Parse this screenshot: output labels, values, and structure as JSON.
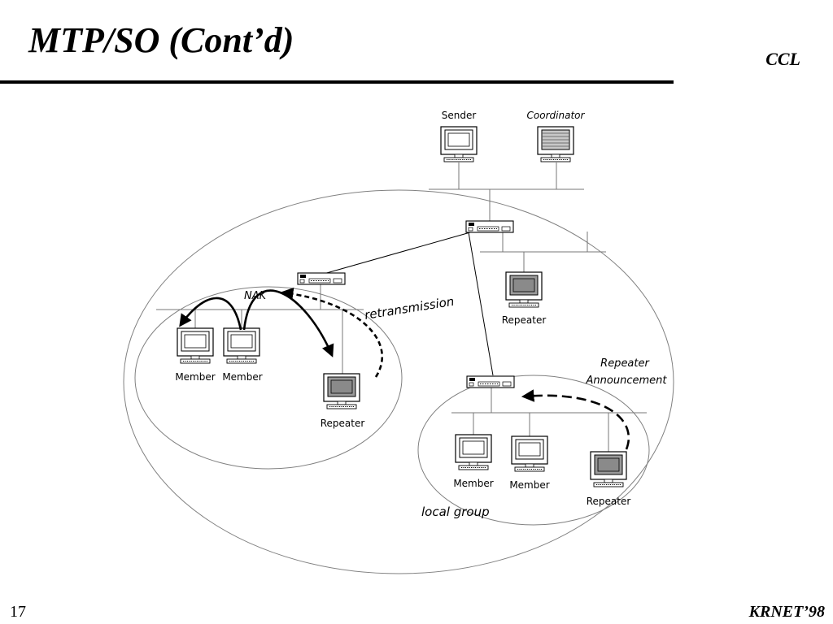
{
  "slide": {
    "title": "MTP/SO (Cont’d)",
    "brand": "CCL",
    "page_number": "17",
    "footer": "KRNET’98"
  },
  "diagram": {
    "labels": {
      "sender": "Sender",
      "coordinator": "Coordinator",
      "repeater_center": "Repeater",
      "nak": "NAK",
      "retransmission": "retransmission",
      "member_left_1": "Member",
      "member_left_2": "Member",
      "repeater_left": "Repeater",
      "repeater_announcement_1": "Repeater",
      "repeater_announcement_2": "Announcement",
      "member_right_1": "Member",
      "member_right_2": "Member",
      "repeater_right": "Repeater",
      "local_group": "local group"
    },
    "icons": {
      "computer": "computer-icon",
      "hub": "network-hub-icon"
    },
    "colors": {
      "stroke": "#000000",
      "ellipse": "#808080",
      "repeater_screen": "#9a9a9a",
      "coordinator_screen": "#c8c8c8"
    }
  }
}
